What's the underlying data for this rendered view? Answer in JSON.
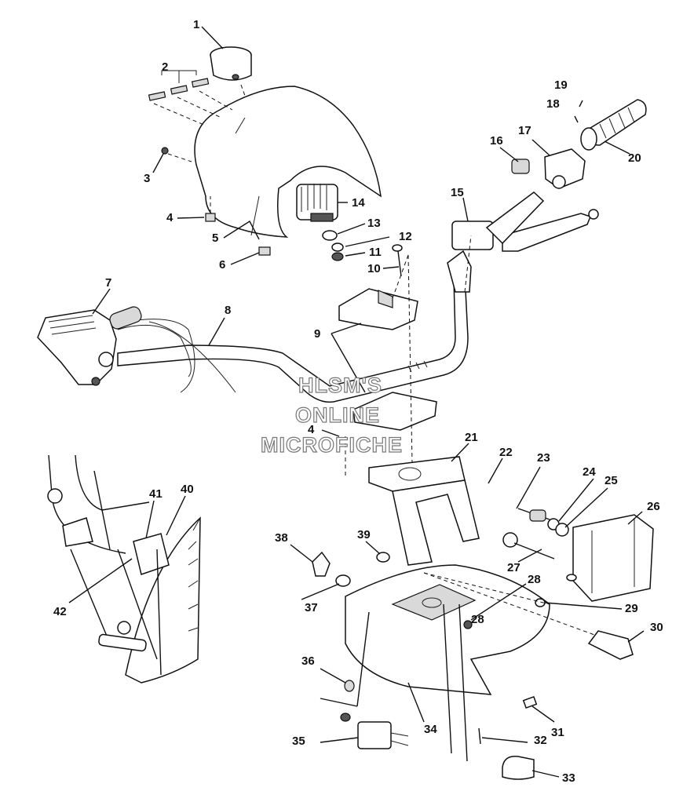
{
  "watermark": {
    "line1": "HLSM'S",
    "line2": "ONLINE",
    "line3": "MICROFICHE"
  },
  "callouts": {
    "c1": "1",
    "c2": "2",
    "c3": "3",
    "c4a": "4",
    "c4b": "4",
    "c5": "5",
    "c6": "6",
    "c7": "7",
    "c8": "8",
    "c9": "9",
    "c10": "10",
    "c11": "11",
    "c12": "12",
    "c13": "13",
    "c14": "14",
    "c15": "15",
    "c16": "16",
    "c17": "17",
    "c18": "18",
    "c19": "19",
    "c20": "20",
    "c21": "21",
    "c22": "22",
    "c23": "23",
    "c24": "24",
    "c25": "25",
    "c26": "26",
    "c27": "27",
    "c28a": "28",
    "c28b": "28",
    "c29": "29",
    "c30": "30",
    "c31": "31",
    "c32": "32",
    "c33": "33",
    "c34": "34",
    "c35": "35",
    "c36": "36",
    "c37": "37",
    "c38": "38",
    "c39": "39",
    "c40": "40",
    "c41": "41",
    "c42": "42"
  }
}
